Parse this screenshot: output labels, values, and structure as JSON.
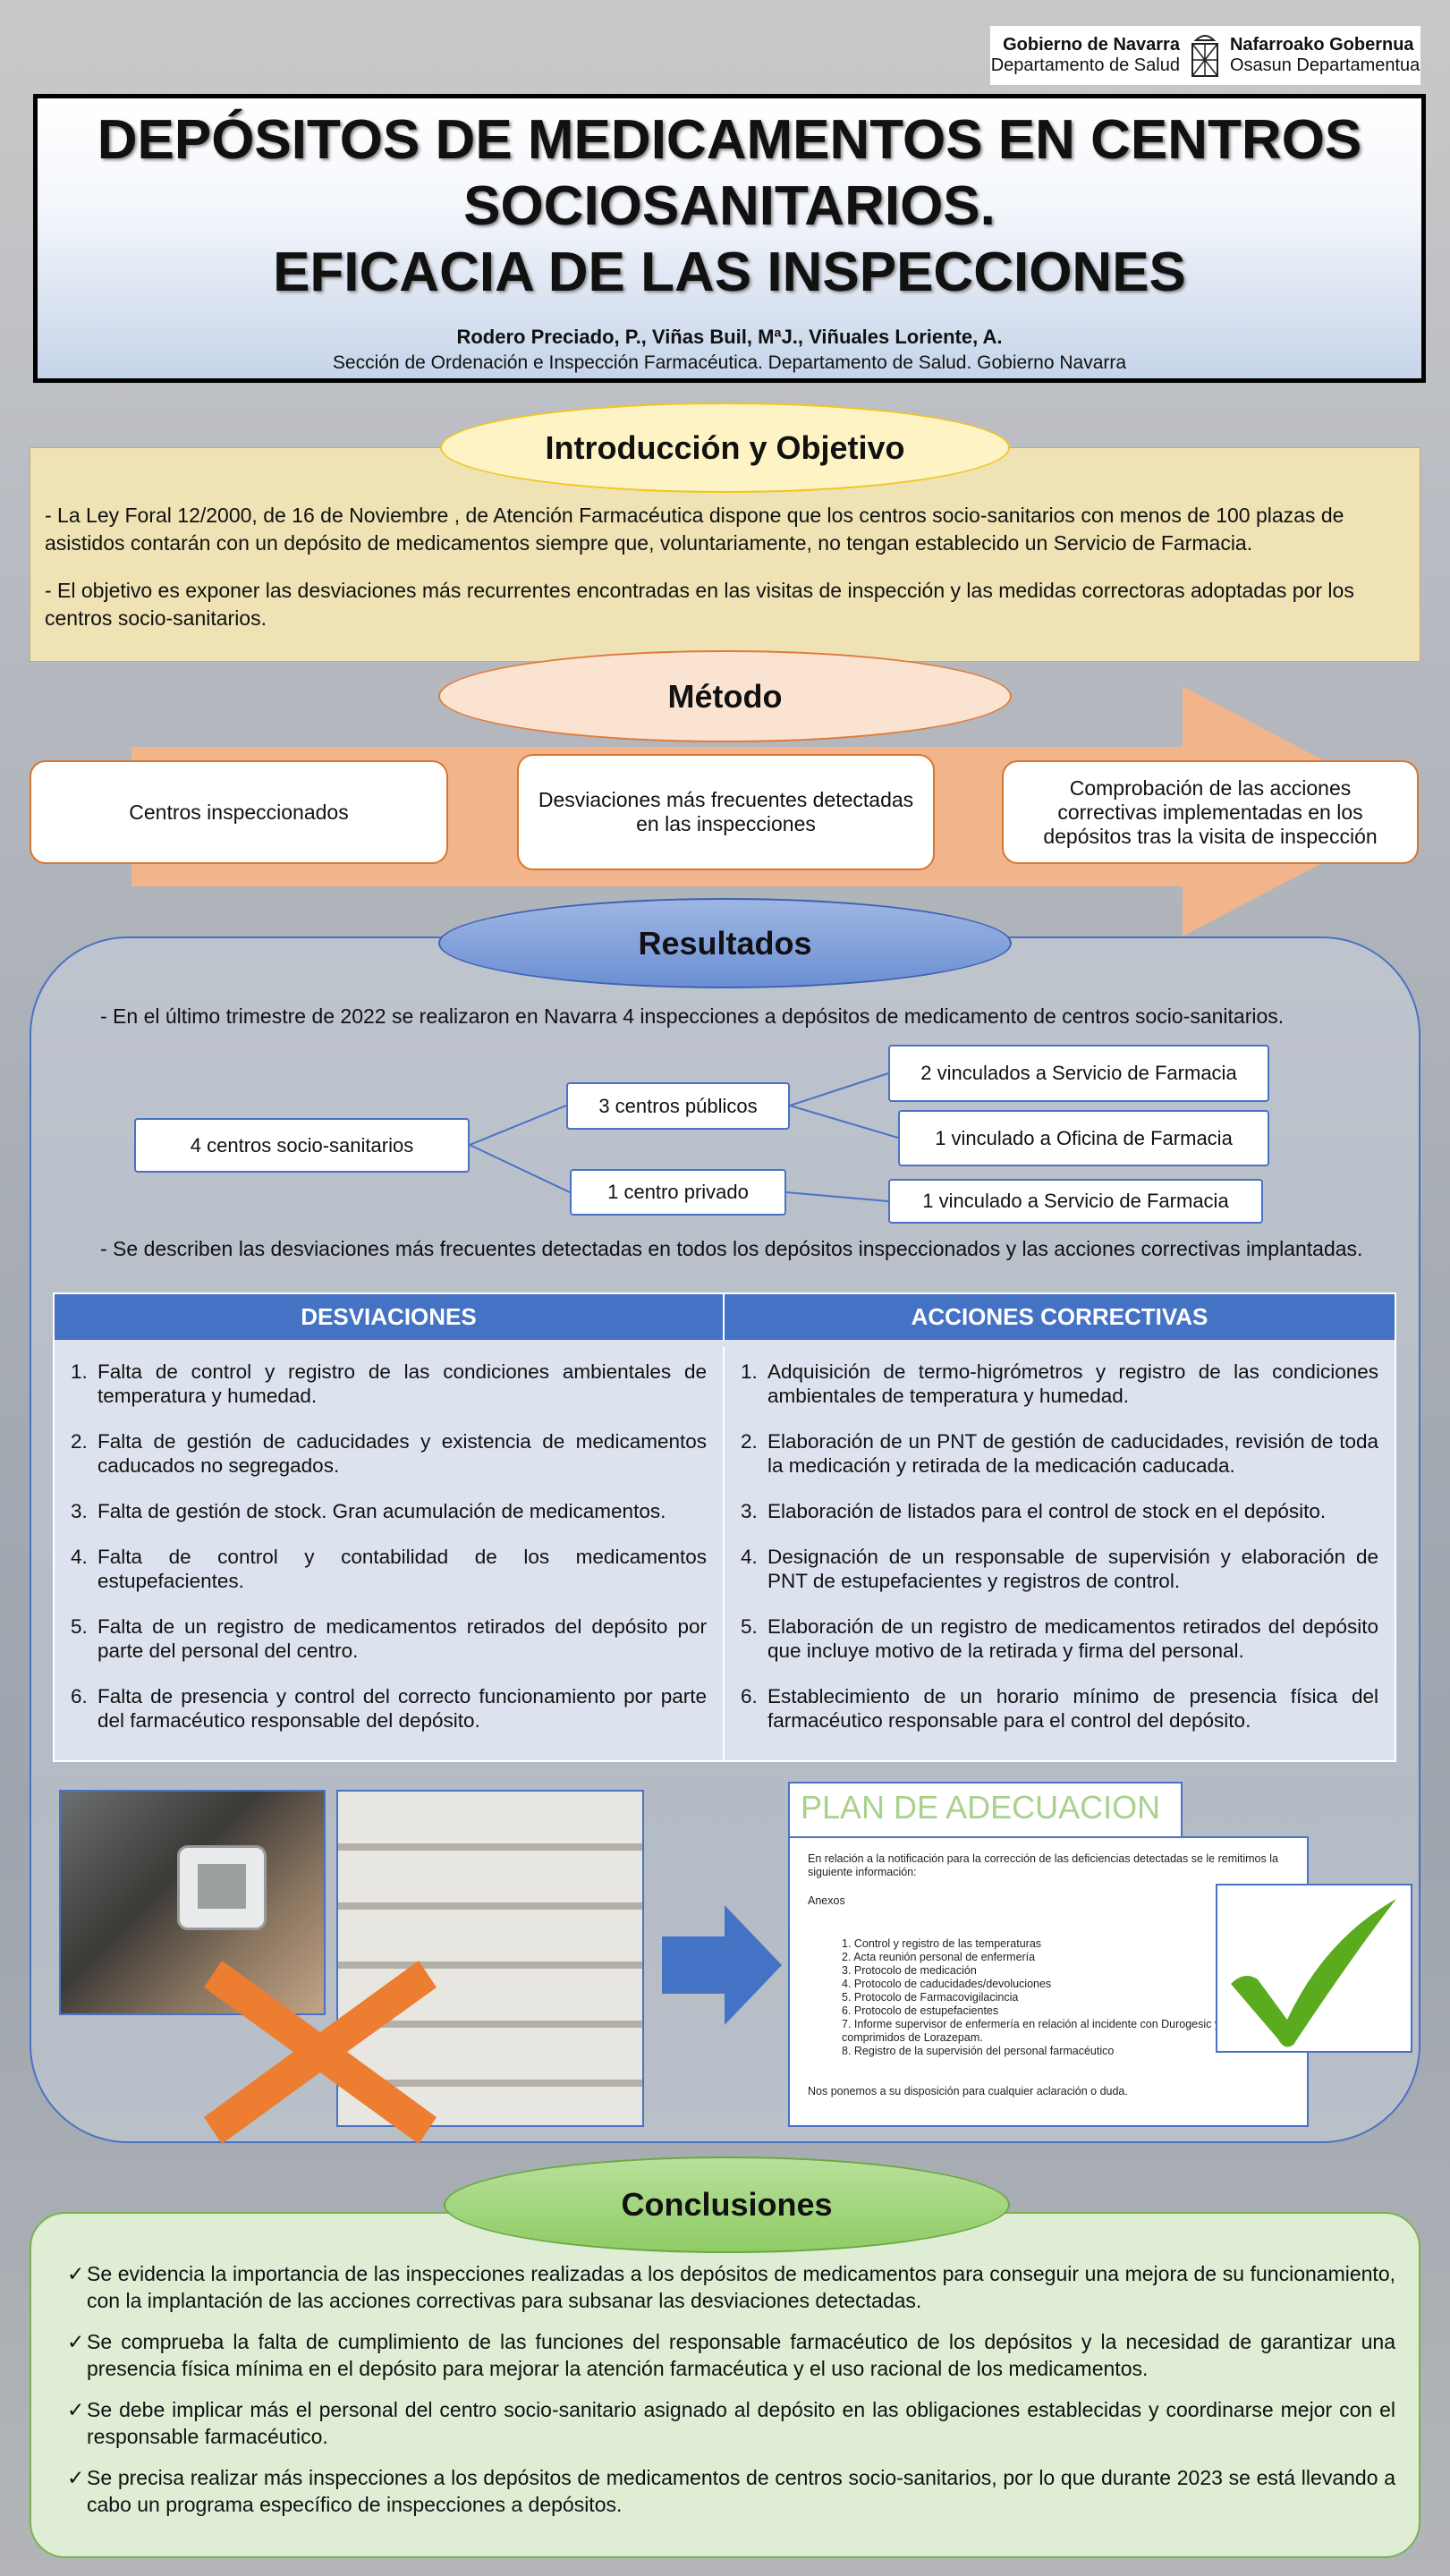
{
  "logo": {
    "left_bold": "Gobierno de Navarra",
    "left_sub": "Departamento de Salud",
    "right_bold": "Nafarroako Gobernua",
    "right_sub": "Osasun Departamentua"
  },
  "header": {
    "title_lines": [
      "DEPÓSITOS DE MEDICAMENTOS EN CENTROS",
      "SOCIOSANITARIOS.",
      "EFICACIA DE LAS INSPECCIONES"
    ],
    "authors": "Rodero Preciado, P., Viñas Buil, MªJ., Viñuales Loriente, A.",
    "affiliation": "Sección de Ordenación e Inspección Farmacéutica. Departamento de Salud. Gobierno Navarra"
  },
  "intro": {
    "heading": "Introducción y Objetivo",
    "paragraphs": [
      "- La Ley Foral 12/2000, de 16 de Noviembre , de Atención Farmacéutica dispone que los centros socio-sanitarios con menos de 100 plazas de asistidos contarán con un depósito de medicamentos siempre que, voluntariamente,  no tengan establecido un Servicio de Farmacia.",
      "- El objetivo es exponer las desviaciones más recurrentes encontradas en las visitas de inspección y las medidas correctoras adoptadas por los centros socio-sanitarios."
    ]
  },
  "method": {
    "heading": "Método",
    "steps": [
      "Centros inspeccionados",
      "Desviaciones más frecuentes detectadas en las inspecciones",
      "Comprobación de las acciones correctivas implementadas en los depósitos tras la visita de inspección"
    ]
  },
  "results": {
    "heading": "Resultados",
    "text1": "- En el último trimestre de 2022 se realizaron en Navarra 4 inspecciones a depósitos de medicamento de centros socio-sanitarios.",
    "tree": {
      "root": "4 centros socio-sanitarios",
      "public": "3 centros públicos",
      "private": "1 centro privado",
      "leaf1": "2 vinculados  a Servicio de Farmacia",
      "leaf2": "1 vinculado  a Oficina de Farmacia",
      "leaf3": "1 vinculado  a Servicio de Farmacia"
    },
    "text2": "- Se describen las desviaciones más frecuentes detectadas en todos los depósitos inspeccionados y las acciones correctivas implantadas.",
    "table": {
      "headers": [
        "DESVIACIONES",
        "ACCIONES CORRECTIVAS"
      ],
      "deviations": [
        "Falta de control y registro de las condiciones ambientales de temperatura y humedad.",
        "Falta de gestión de caducidades y existencia de medicamentos caducados no segregados.",
        "Falta de gestión de stock. Gran acumulación de medicamentos.",
        "Falta de control y contabilidad de los medicamentos estupefacientes.",
        "Falta de un registro de medicamentos retirados del depósito por parte del personal del centro.",
        "Falta de presencia y control del correcto funcionamiento por parte del farmacéutico responsable del depósito."
      ],
      "actions": [
        "Adquisición de termo-higrómetros y registro de las condiciones ambientales de temperatura y humedad.",
        "Elaboración de un PNT de gestión de caducidades, revisión de toda la medicación y retirada de la medicación caducada.",
        "Elaboración de listados para el control de stock en el depósito.",
        "Designación de un responsable de supervisión y elaboración de PNT de estupefacientes y registros de control.",
        "Elaboración de un registro de medicamentos retirados del depósito que incluye motivo de la retirada y firma del personal.",
        "Establecimiento de un horario mínimo de presencia física del farmacéutico responsable para el control del depósito."
      ]
    },
    "plan": {
      "title": "PLAN DE ADECUACION",
      "intro": "En relación a la notificación para la corrección de las deficiencias detectadas se le remitimos la siguiente información:",
      "anexos": "Anexos",
      "items": [
        "1. Control y registro de las temperaturas",
        "2. Acta  reunión  personal de  enfermería",
        "3. Protocolo de medicación",
        "4. Protocolo de caducidades/devoluciones",
        "5. Protocolo de Farmacovigilacincia",
        "6.  Protocolo de estupefacientes",
        "7. Informe supervisor de enfermería en relación  al incidente con Durogesic y comprimidos de Lorazepam.",
        "8. Registro de la supervisión del personal  farmacéutico"
      ],
      "closing": "Nos ponemos a su disposición para cualquier aclaración o duda."
    }
  },
  "conclusions": {
    "heading": "Conclusiones",
    "items": [
      "Se evidencia la importancia de las inspecciones realizadas a los depósitos de medicamentos para conseguir una mejora de su funcionamiento, con la implantación de las acciones correctivas para subsanar las desviaciones detectadas.",
      "Se comprueba la falta de cumplimiento de las funciones del responsable farmacéutico de los depósitos y la necesidad de garantizar una presencia física mínima en el depósito para mejorar la atención farmacéutica y el uso racional de los medicamentos.",
      "Se debe implicar más el personal del centro socio-sanitario asignado al depósito en las obligaciones establecidas y coordinarse mejor con el responsable farmacéutico.",
      "Se precisa realizar más inspecciones a los depósitos de medicamentos de centros socio-sanitarios, por lo que durante 2023 se está llevando a cabo un programa específico de inspecciones a depósitos."
    ]
  },
  "colors": {
    "accent_blue": "#4472c4",
    "orange": "#ed7d31",
    "green": "#5aab1e"
  }
}
